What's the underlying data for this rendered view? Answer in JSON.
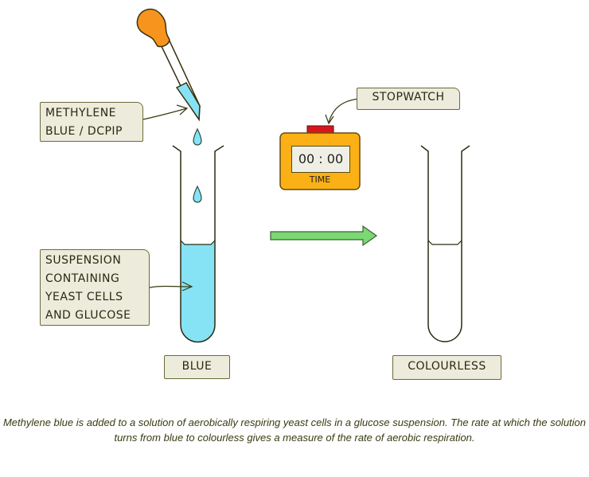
{
  "labels": {
    "indicator": [
      "METHYLENE",
      "BLUE / DCPIP"
    ],
    "suspension": [
      "SUSPENSION",
      "CONTAINING",
      "YEAST CELLS",
      "AND GLUCOSE"
    ],
    "stopwatch": "STOPWATCH",
    "blue": "BLUE",
    "colourless": "COLOURLESS"
  },
  "stopwatch": {
    "display": "00 : 00",
    "unit": "TIME"
  },
  "caption": "Methylene blue is added to a solution of aerobically respiring yeast cells in a glucose suspension. The rate at which the solution turns from blue to colourless gives a measure of the rate of aerobic respiration.",
  "colors": {
    "solution": "#86e3f5",
    "bulb": "#f7941d",
    "stopwatch": "#fbb016",
    "button": "#d8161c",
    "arrow": "#7bd873",
    "label_bg": "#ecebdc"
  }
}
